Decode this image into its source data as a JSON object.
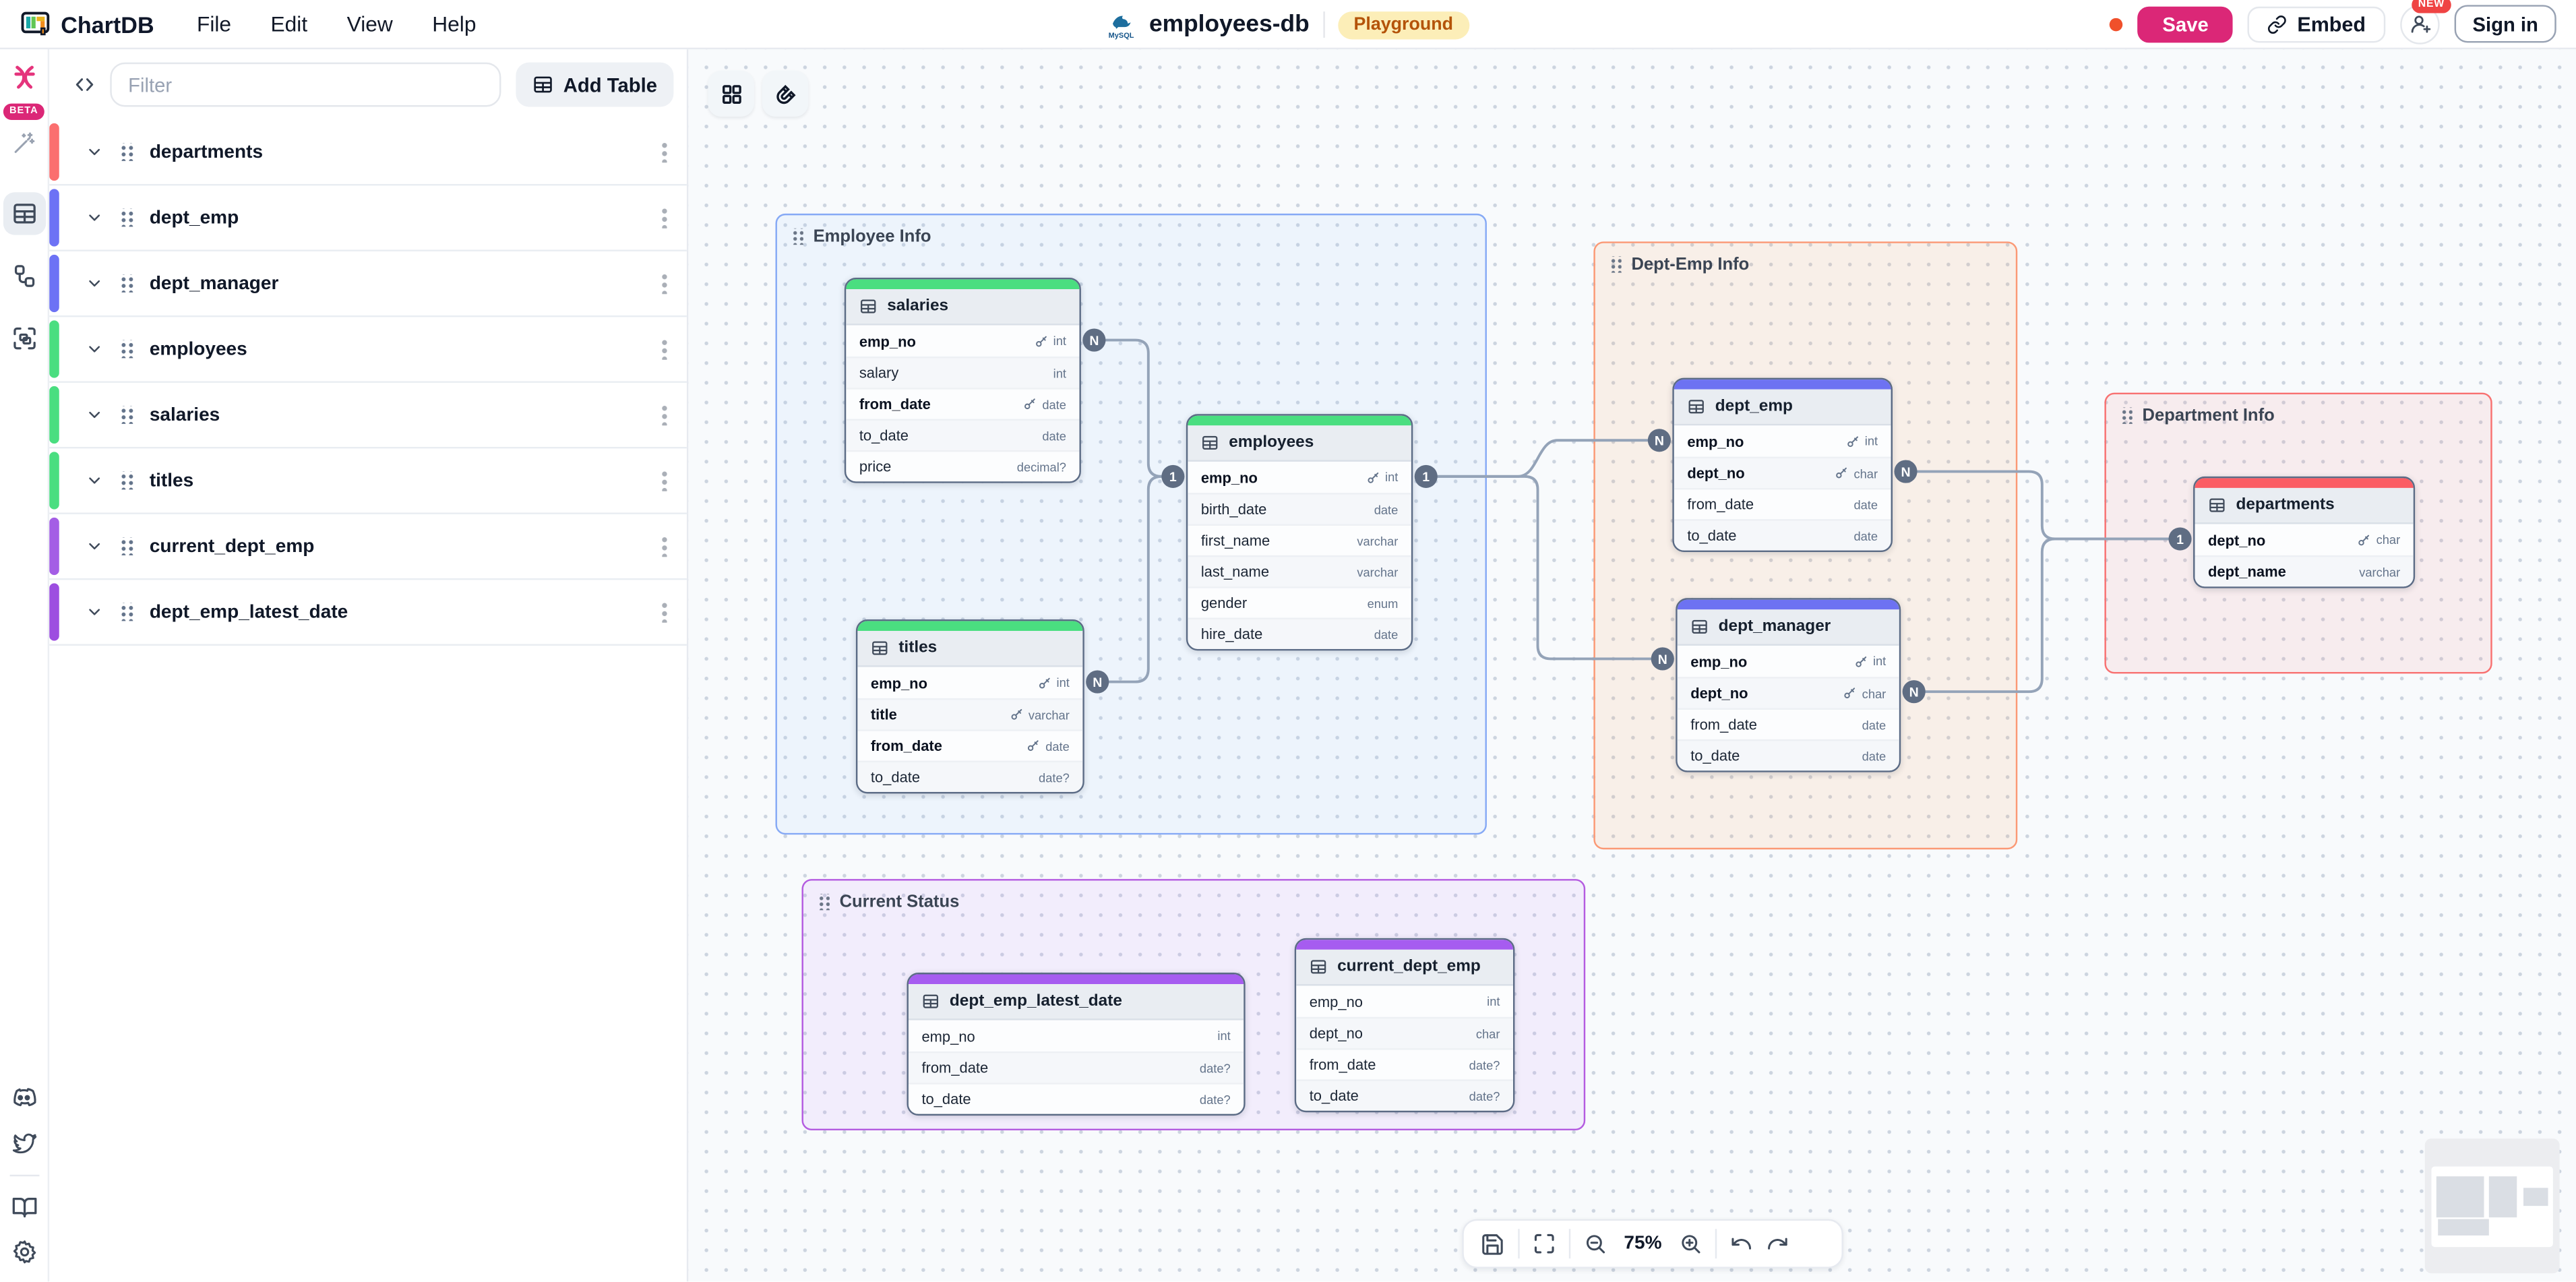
{
  "topbar": {
    "app_name": "ChartDB",
    "menus": [
      {
        "label": "File"
      },
      {
        "label": "Edit"
      },
      {
        "label": "View"
      },
      {
        "label": "Help"
      }
    ],
    "db_name": "employees-db",
    "db_engine": "MySQL",
    "playground_badge": "Playground",
    "save_label": "Save",
    "embed_label": "Embed",
    "new_badge": "NEW",
    "sign_in_label": "Sign in"
  },
  "rail": {
    "beta_badge": "BETA"
  },
  "panel": {
    "filter_placeholder": "Filter",
    "add_table_label": "Add Table",
    "items": [
      {
        "name": "departments",
        "accent": "#fb6f6f"
      },
      {
        "name": "dept_emp",
        "accent": "#6d72f5"
      },
      {
        "name": "dept_manager",
        "accent": "#6d72f5"
      },
      {
        "name": "employees",
        "accent": "#4ade80"
      },
      {
        "name": "salaries",
        "accent": "#4ade80"
      },
      {
        "name": "titles",
        "accent": "#4ade80"
      },
      {
        "name": "current_dept_emp",
        "accent": "#a45ee5"
      },
      {
        "name": "dept_emp_latest_date",
        "accent": "#9d4ee0"
      }
    ]
  },
  "diagram": {
    "areas": [
      {
        "label": "Employee Info",
        "border": "#86a9f5"
      },
      {
        "label": "Dept-Emp Info",
        "border": "#fb9975"
      },
      {
        "label": "Department Info",
        "border": "#f87171"
      },
      {
        "label": "Current Status",
        "border": "#b45ce0"
      }
    ],
    "tables": {
      "salaries": {
        "title": "salaries",
        "header_color": "#4ade80",
        "cols": [
          {
            "name": "emp_no",
            "type": "int",
            "key": true
          },
          {
            "name": "salary",
            "type": "int"
          },
          {
            "name": "from_date",
            "type": "date",
            "key": true
          },
          {
            "name": "to_date",
            "type": "date"
          },
          {
            "name": "price",
            "type": "decimal?"
          }
        ]
      },
      "employees": {
        "title": "employees",
        "header_color": "#4ade80",
        "cols": [
          {
            "name": "emp_no",
            "type": "int",
            "key": true
          },
          {
            "name": "birth_date",
            "type": "date"
          },
          {
            "name": "first_name",
            "type": "varchar"
          },
          {
            "name": "last_name",
            "type": "varchar"
          },
          {
            "name": "gender",
            "type": "enum"
          },
          {
            "name": "hire_date",
            "type": "date"
          }
        ]
      },
      "titles": {
        "title": "titles",
        "header_color": "#4ade80",
        "cols": [
          {
            "name": "emp_no",
            "type": "int",
            "key": true
          },
          {
            "name": "title",
            "type": "varchar",
            "key": true
          },
          {
            "name": "from_date",
            "type": "date",
            "key": true
          },
          {
            "name": "to_date",
            "type": "date?"
          }
        ]
      },
      "dept_emp": {
        "title": "dept_emp",
        "header_color": "#6d72f2",
        "cols": [
          {
            "name": "emp_no",
            "type": "int",
            "key": true
          },
          {
            "name": "dept_no",
            "type": "char",
            "key": true
          },
          {
            "name": "from_date",
            "type": "date"
          },
          {
            "name": "to_date",
            "type": "date"
          }
        ]
      },
      "dept_manager": {
        "title": "dept_manager",
        "header_color": "#6d72f2",
        "cols": [
          {
            "name": "emp_no",
            "type": "int",
            "key": true
          },
          {
            "name": "dept_no",
            "type": "char",
            "key": true
          },
          {
            "name": "from_date",
            "type": "date"
          },
          {
            "name": "to_date",
            "type": "date"
          }
        ]
      },
      "departments": {
        "title": "departments",
        "header_color": "#fb5d64",
        "cols": [
          {
            "name": "dept_no",
            "type": "char",
            "key": true
          },
          {
            "name": "dept_name",
            "type": "varchar"
          }
        ]
      },
      "dept_emp_latest_date": {
        "title": "dept_emp_latest_date",
        "header_color": "#a65cf0",
        "cols": [
          {
            "name": "emp_no",
            "type": "int"
          },
          {
            "name": "from_date",
            "type": "date?"
          },
          {
            "name": "to_date",
            "type": "date?"
          }
        ]
      },
      "current_dept_emp": {
        "title": "current_dept_emp",
        "header_color": "#a65cf0",
        "cols": [
          {
            "name": "emp_no",
            "type": "int"
          },
          {
            "name": "dept_no",
            "type": "char"
          },
          {
            "name": "from_date",
            "type": "date?"
          },
          {
            "name": "to_date",
            "type": "date?"
          }
        ]
      }
    },
    "badges": [
      {
        "label": "N"
      },
      {
        "label": "1"
      },
      {
        "label": "N"
      },
      {
        "label": "1"
      },
      {
        "label": "N"
      },
      {
        "label": "N"
      },
      {
        "label": "N"
      },
      {
        "label": "N"
      },
      {
        "label": "1"
      }
    ]
  },
  "toolbar": {
    "zoom_level": "75%"
  },
  "colors": {
    "accent_pink": "#db2777",
    "playground_bg": "#fceeb8",
    "playground_text": "#b45309",
    "new_badge": "#ef4444",
    "unsaved_dot": "#f0502b",
    "wire": "#94a3b8",
    "badge_bg": "#5f6d83",
    "area_blue_bg": "rgba(147,197,253,0.10)",
    "area_orange_bg": "rgba(251,146,60,0.10)",
    "area_red_bg": "rgba(248,113,113,0.10)",
    "area_purple_bg": "rgba(192,132,252,0.10)"
  }
}
